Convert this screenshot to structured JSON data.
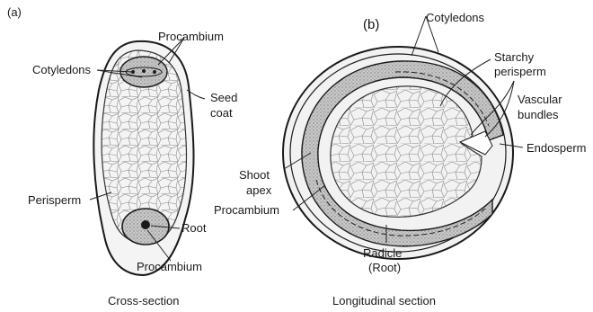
{
  "panels": {
    "a": {
      "tag": "(a)",
      "caption": "Cross-section"
    },
    "b": {
      "tag": "(b)",
      "caption": "Longitudinal section"
    }
  },
  "labels_a": {
    "procambium_top": "Procambium",
    "cotyledons": "Cotyledons",
    "seed_coat_1": "Seed",
    "seed_coat_2": "coat",
    "perisperm": "Perisperm",
    "root": "Root",
    "procambium_bottom": "Procambium"
  },
  "labels_b": {
    "cotyledons": "Cotyledons",
    "starchy_1": "Starchy",
    "starchy_2": "perisperm",
    "vascular_1": "Vascular",
    "vascular_2": "bundles",
    "endosperm": "Endosperm",
    "shoot_1": "Shoot",
    "shoot_2": "apex",
    "procambium": "Procambium",
    "radicle_1": "Radicle",
    "radicle_2": "(Root)"
  },
  "colors": {
    "ink": "#1a1a1a",
    "tissue_shade": "#bdbdbd",
    "coat_fill": "#f2f2f2",
    "cell_line": "#8a8a8a"
  }
}
